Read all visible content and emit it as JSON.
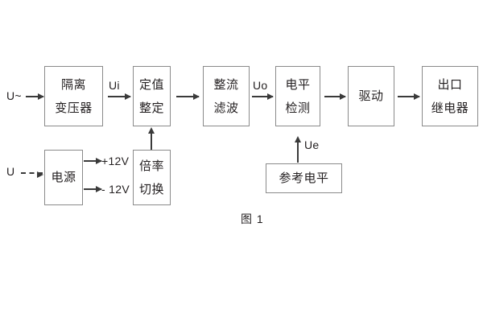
{
  "diagram": {
    "caption": "图 1",
    "blocks": [
      {
        "id": "isolation-transformer",
        "lines": [
          "隔离",
          "变压器"
        ]
      },
      {
        "id": "setpoint-setting",
        "lines": [
          "定值",
          "整定"
        ]
      },
      {
        "id": "rectify-filter",
        "lines": [
          "整流",
          "滤波"
        ]
      },
      {
        "id": "level-detection",
        "lines": [
          "电平",
          "检测"
        ]
      },
      {
        "id": "drive",
        "lines": [
          "驱动"
        ]
      },
      {
        "id": "output-relay",
        "lines": [
          "出口",
          "继电器"
        ]
      },
      {
        "id": "power-supply",
        "lines": [
          "电源"
        ]
      },
      {
        "id": "multiplier-switch",
        "lines": [
          "倍率",
          "切换"
        ]
      },
      {
        "id": "reference-level",
        "lines": [
          "参考电平"
        ]
      }
    ],
    "signals": {
      "ac_input": "U~",
      "dc_input": "U",
      "ui": "Ui",
      "uo": "Uo",
      "ue": "Ue",
      "rail_positive": "+12V",
      "rail_negative": "- 12V"
    },
    "colors": {
      "box_border": "#8a8a8a",
      "arrow": "#3a3a3a",
      "text": "#231f20",
      "background": "#ffffff"
    }
  }
}
